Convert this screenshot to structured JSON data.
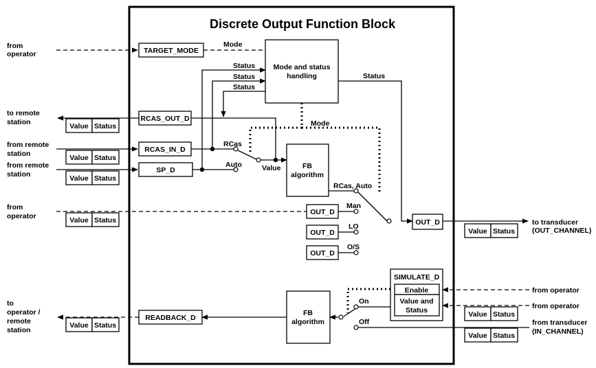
{
  "title": "Discrete Output Function Block",
  "blocks": {
    "target_mode": "TARGET_MODE",
    "mode_status": [
      "Mode and status",
      "handling"
    ],
    "rcas_out": "RCAS_OUT_D",
    "rcas_in": "RCAS_IN_D",
    "sp": "SP_D",
    "fb_algorithm": [
      "FB",
      "algorithm"
    ],
    "out_man": "OUT_D",
    "out_lo": "OUT_D",
    "out_os": "OUT_D",
    "out_main": "OUT_D",
    "simulate": "SIMULATE_D",
    "enable": "Enable",
    "value_status": [
      "Value and",
      "Status"
    ],
    "readback": "READBACK_D",
    "fb_algorithm_2": [
      "FB",
      "algorithm"
    ]
  },
  "pairs": {
    "value": "Value",
    "status": "Status"
  },
  "signals": {
    "mode": "Mode",
    "status": "Status",
    "rcas": "RCas",
    "auto": "Auto",
    "value": "Value",
    "rcas_auto": "RCas, Auto",
    "man": "Man",
    "lo": "LO",
    "os": "O/S",
    "on": "On",
    "off": "Off"
  },
  "external": {
    "from_operator": [
      "from",
      "operator"
    ],
    "to_remote": [
      "to remote",
      "station"
    ],
    "from_remote": [
      "from remote",
      "station"
    ],
    "to_transducer": [
      "to transducer",
      "(OUT_CHANNEL)"
    ],
    "from_operator_inline": "from operator",
    "to_operator_remote": [
      "to",
      "operator /",
      "remote",
      "station"
    ],
    "from_transducer": [
      "from transducer",
      "(IN_CHANNEL)"
    ]
  }
}
